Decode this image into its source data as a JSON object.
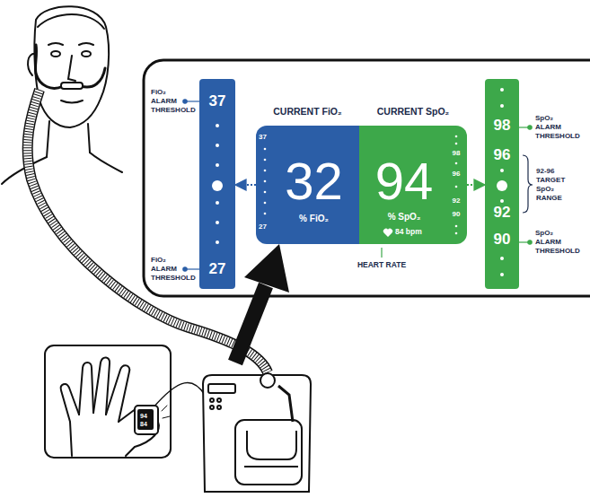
{
  "diagram": {
    "nodes": [
      {
        "text": [
          "37",
          "27"
        ]
      },
      {
        "text": [
          "CURRENT FiO₂",
          "32",
          "% FiO₂",
          "37",
          "27"
        ]
      },
      {
        "text": [
          "CURRENT SpO₂",
          "94",
          "% SpO₂",
          "84 bpm",
          "98",
          "96",
          "92",
          "90"
        ]
      },
      {
        "text": [
          "98",
          "96",
          "92",
          "90"
        ]
      }
    ],
    "edges": [
      {
        "from": 1,
        "to": 0,
        "arrow": "to"
      },
      {
        "from": 2,
        "to": 3,
        "arrow": "to"
      }
    ],
    "labels": [
      "FiO₂ ALARM THRESHOLD",
      "FiO₂ ALARM THRESHOLD",
      "SpO₂ ALARM THRESHOLD",
      "92-96 TARGET SpO₂ RANGE",
      "SpO₂ ALARM THRESHOLD",
      "HEART RATE",
      "94",
      "84"
    ]
  }
}
